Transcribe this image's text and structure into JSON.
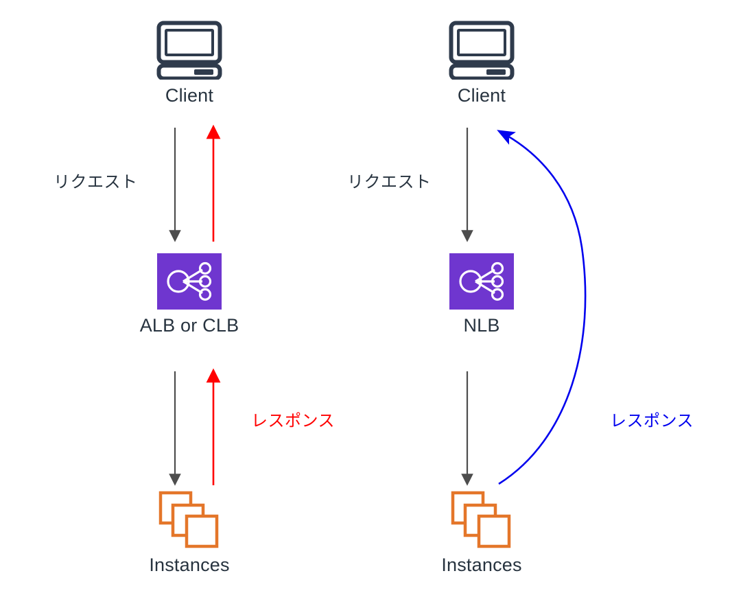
{
  "diagram": {
    "title": "AWS Load Balancer request/response flow",
    "background": "#ffffff",
    "colors": {
      "text_dark": "#27333f",
      "request_arrow": "#4d4d4d",
      "response_red": "#ff0000",
      "response_blue": "#0000ee",
      "lb_purple": "#6f36cf",
      "instance_orange": "#e4762a",
      "client_icon": "#2f3b4c"
    },
    "columns": [
      {
        "id": "left",
        "nodes": [
          {
            "id": "client-left",
            "icon": "computer-icon",
            "label": "Client"
          },
          {
            "id": "lb-left",
            "icon": "load-balancer-icon",
            "label": "ALB or CLB"
          },
          {
            "id": "instances-left",
            "icon": "instances-icon",
            "label": "Instances"
          }
        ],
        "edges": [
          {
            "id": "req-top-left",
            "label": "リクエスト",
            "color": "#4d4d4d",
            "direction": "down",
            "style": "straight"
          },
          {
            "id": "resp-top-left",
            "label": "",
            "color": "#ff0000",
            "direction": "up",
            "style": "straight"
          },
          {
            "id": "req-bottom-left",
            "label": "",
            "color": "#4d4d4d",
            "direction": "down",
            "style": "straight"
          },
          {
            "id": "resp-bottom-left",
            "label": "レスポンス",
            "color": "#ff0000",
            "direction": "up",
            "style": "straight"
          }
        ]
      },
      {
        "id": "right",
        "nodes": [
          {
            "id": "client-right",
            "icon": "computer-icon",
            "label": "Client"
          },
          {
            "id": "lb-right",
            "icon": "load-balancer-icon",
            "label": "NLB"
          },
          {
            "id": "instances-right",
            "icon": "instances-icon",
            "label": "Instances"
          }
        ],
        "edges": [
          {
            "id": "req-top-right",
            "label": "リクエスト",
            "color": "#4d4d4d",
            "direction": "down",
            "style": "straight"
          },
          {
            "id": "req-bottom-right",
            "label": "",
            "color": "#4d4d4d",
            "direction": "down",
            "style": "straight"
          },
          {
            "id": "resp-curve-right",
            "label": "レスポンス",
            "color": "#0000ee",
            "direction": "up",
            "style": "curved"
          }
        ]
      }
    ],
    "labels": {
      "client_left": "Client",
      "client_right": "Client",
      "lb_left": "ALB or CLB",
      "lb_right": "NLB",
      "instances_left": "Instances",
      "instances_right": "Instances",
      "request_left": "リクエスト",
      "request_right": "リクエスト",
      "response_left": "レスポンス",
      "response_right": "レスポンス"
    }
  }
}
